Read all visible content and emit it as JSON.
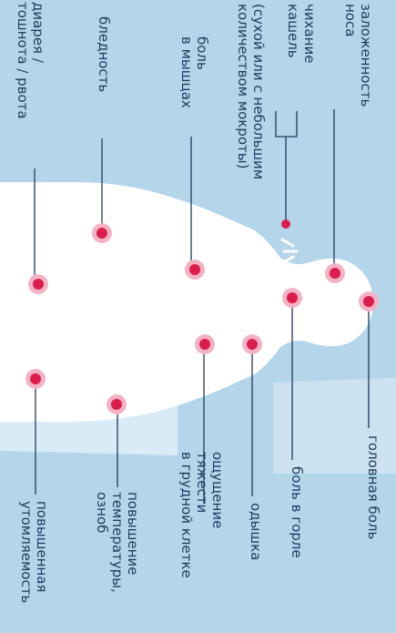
{
  "labels": {
    "nasal_congestion": "заложенность\nноса",
    "sneezing": "чихание",
    "cough": "кашель",
    "cough_note": "(сухой или с небольшим\nколичеством мокроты)",
    "muscle_pain": "боль\nв мышцах",
    "pallor": "бледность",
    "diarrhea": "диарея /\nтошнота / рвота",
    "headache": "головная боль",
    "sore_throat": "боль в горле",
    "shortness_of_breath": "одышка",
    "chest_heaviness": "ощущение\nтяжести\nв грудной клетке",
    "fever": "повышение\nтемпературы,\nозноб",
    "fatigue": "повышенная\nутомляемость"
  },
  "colors": {
    "background": "#b5d6ea",
    "body": "#ffffff",
    "lines": "#1f3a5c",
    "text": "#1f3a5c",
    "dot": "#d91e4d",
    "dot_halo": "#f4b3c4"
  }
}
